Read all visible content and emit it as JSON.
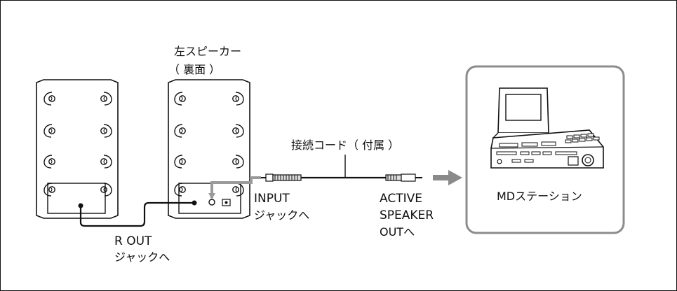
{
  "labels": {
    "left_speaker_line1": "左スピーカー",
    "left_speaker_line2": "（ 裏面 ）",
    "cable": "接続コード（ 付属 ）",
    "input_line1": "INPUT",
    "input_line2": "ジャックへ",
    "rout_line1": "R OUT",
    "rout_line2": "ジャックへ",
    "active_line1": "ACTIVE",
    "active_line2": "SPEAKER",
    "active_line3": "OUTへ",
    "md_station": "MDステーション"
  },
  "colors": {
    "line": "#111111",
    "gray_connector": "#9a9a9a",
    "arrow": "#8a8a8a",
    "box_border": "#8c8c8c"
  }
}
